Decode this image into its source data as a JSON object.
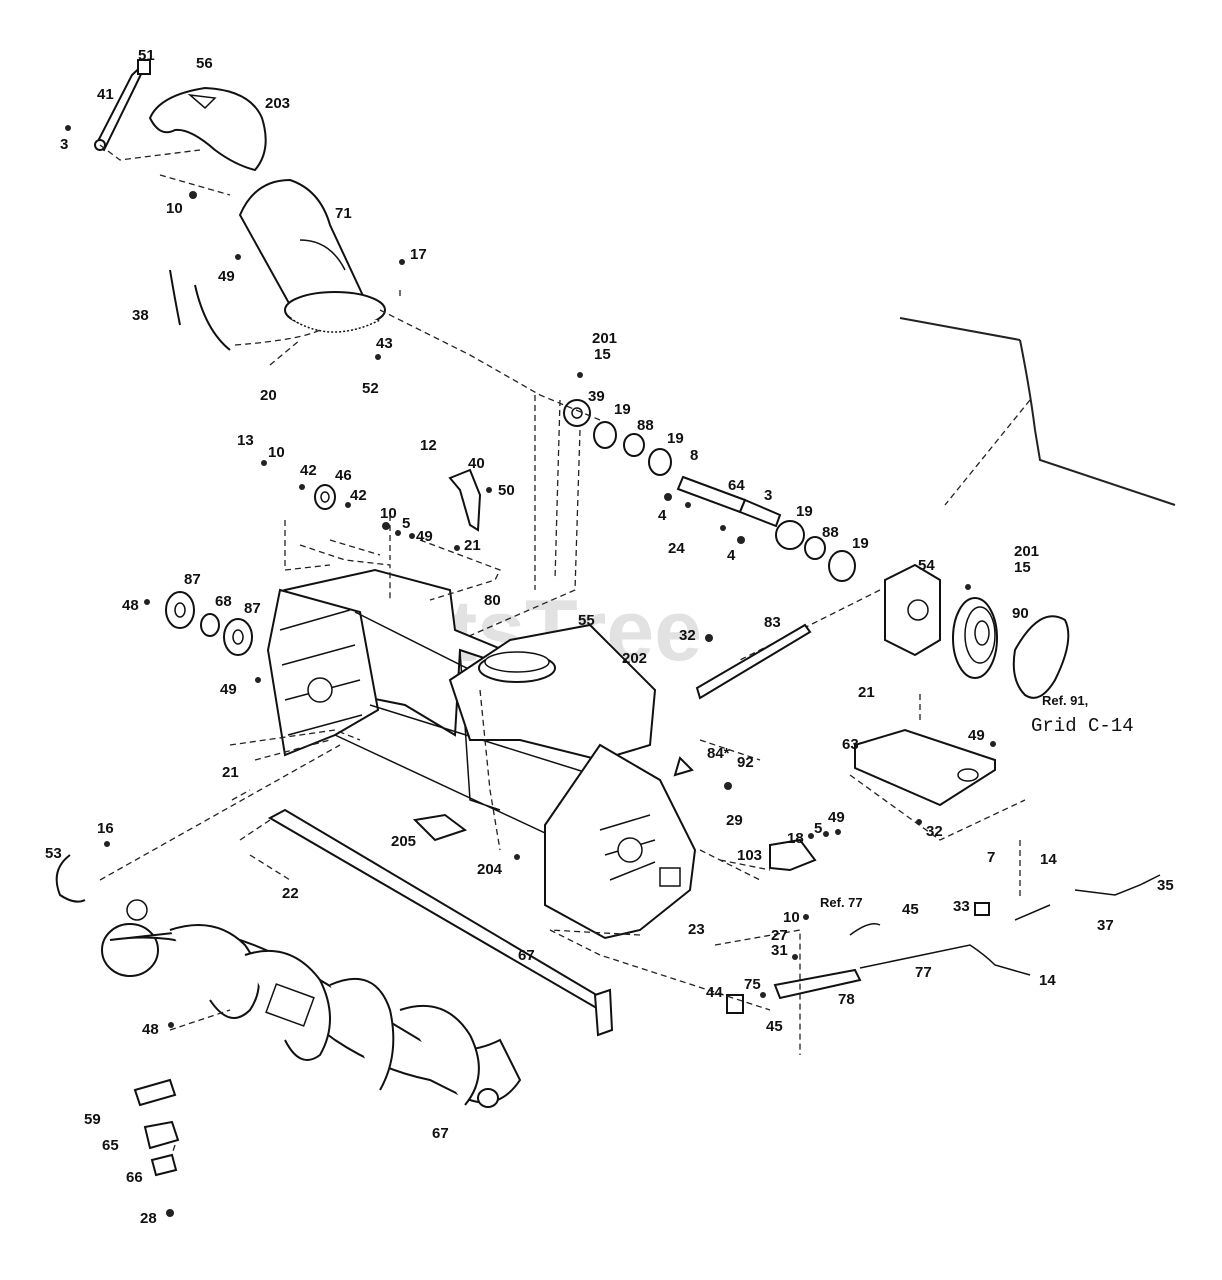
{
  "watermark": "PartsTree",
  "ref_notes": {
    "ref_91": "Ref. 91,",
    "grid": "Grid C-14",
    "ref_77": "Ref. 77"
  },
  "callouts": {
    "c51": "51",
    "c56": "56",
    "c41": "41",
    "c203": "203",
    "c3a": "3",
    "c10a": "10",
    "c71": "71",
    "c49a": "49",
    "c17": "17",
    "c38": "38",
    "c43": "43",
    "c52": "52",
    "c20": "20",
    "c201a": "201",
    "c15a": "15",
    "c39": "39",
    "c19a": "19",
    "c88a": "88",
    "c19b": "19",
    "c8": "8",
    "c64": "64",
    "c3b": "3",
    "c4a": "4",
    "c24": "24",
    "c4b": "4",
    "c19c": "19",
    "c88b": "88",
    "c19d": "19",
    "c13": "13",
    "c10b": "10",
    "c12": "12",
    "c40": "40",
    "c50": "50",
    "c42a": "42",
    "c46": "46",
    "c42b": "42",
    "c10c": "10",
    "c5a": "5",
    "c49b": "49",
    "c21a": "21",
    "c80": "80",
    "c48a": "48",
    "c87a": "87",
    "c68": "68",
    "c87b": "87",
    "c49c": "49",
    "c21b": "21",
    "c55": "55",
    "c202": "202",
    "c32a": "32",
    "c83": "83",
    "c54": "54",
    "c201b": "201",
    "c15b": "15",
    "c90": "90",
    "c21c": "21",
    "c63": "63",
    "c49d": "49",
    "c32b": "32",
    "c84": "84*",
    "c92": "92",
    "c29": "29",
    "c18": "18",
    "c5b": "5",
    "c49e": "49",
    "c103": "103",
    "c205": "205",
    "c204": "204",
    "c16": "16",
    "c53": "53",
    "c22": "22",
    "c23": "23",
    "c67a": "67",
    "c48b": "48",
    "c59": "59",
    "c65": "65",
    "c66": "66",
    "c28": "28",
    "c67b": "67",
    "c7": "7",
    "c14a": "14",
    "c35": "35",
    "c33": "33",
    "c37": "37",
    "c10d": "10",
    "c45a": "45",
    "c27": "27",
    "c31": "31",
    "c77": "77",
    "c14b": "14",
    "c44": "44",
    "c75": "75",
    "c78": "78",
    "c45b": "45"
  }
}
